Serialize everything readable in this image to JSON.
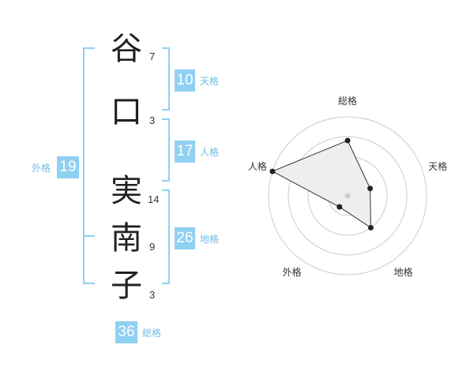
{
  "name": {
    "characters": [
      {
        "char": "谷",
        "strokes": "7"
      },
      {
        "char": "口",
        "strokes": "3"
      },
      {
        "char": "実",
        "strokes": "14"
      },
      {
        "char": "南",
        "strokes": "9"
      },
      {
        "char": "子",
        "strokes": "3"
      }
    ]
  },
  "fortune": {
    "tenkaku": {
      "value": "10",
      "label": "天格"
    },
    "jinkaku": {
      "value": "17",
      "label": "人格"
    },
    "chikaku": {
      "value": "26",
      "label": "地格"
    },
    "gaikaku": {
      "value": "19",
      "label": "外格"
    },
    "soukaku": {
      "value": "36",
      "label": "総格"
    }
  },
  "radar": {
    "axes": [
      "総格",
      "天格",
      "地格",
      "外格",
      "人格"
    ],
    "levels": 4,
    "values": [
      2.8,
      1.2,
      2.0,
      0.7,
      4.0
    ],
    "colors": {
      "fill": "#eeeeee",
      "stroke": "#333333",
      "grid": "#cccccc",
      "point": "#222222",
      "center": "#cccccc"
    }
  },
  "colors": {
    "accent": "#8fd0f3",
    "label": "#6fbde6"
  }
}
